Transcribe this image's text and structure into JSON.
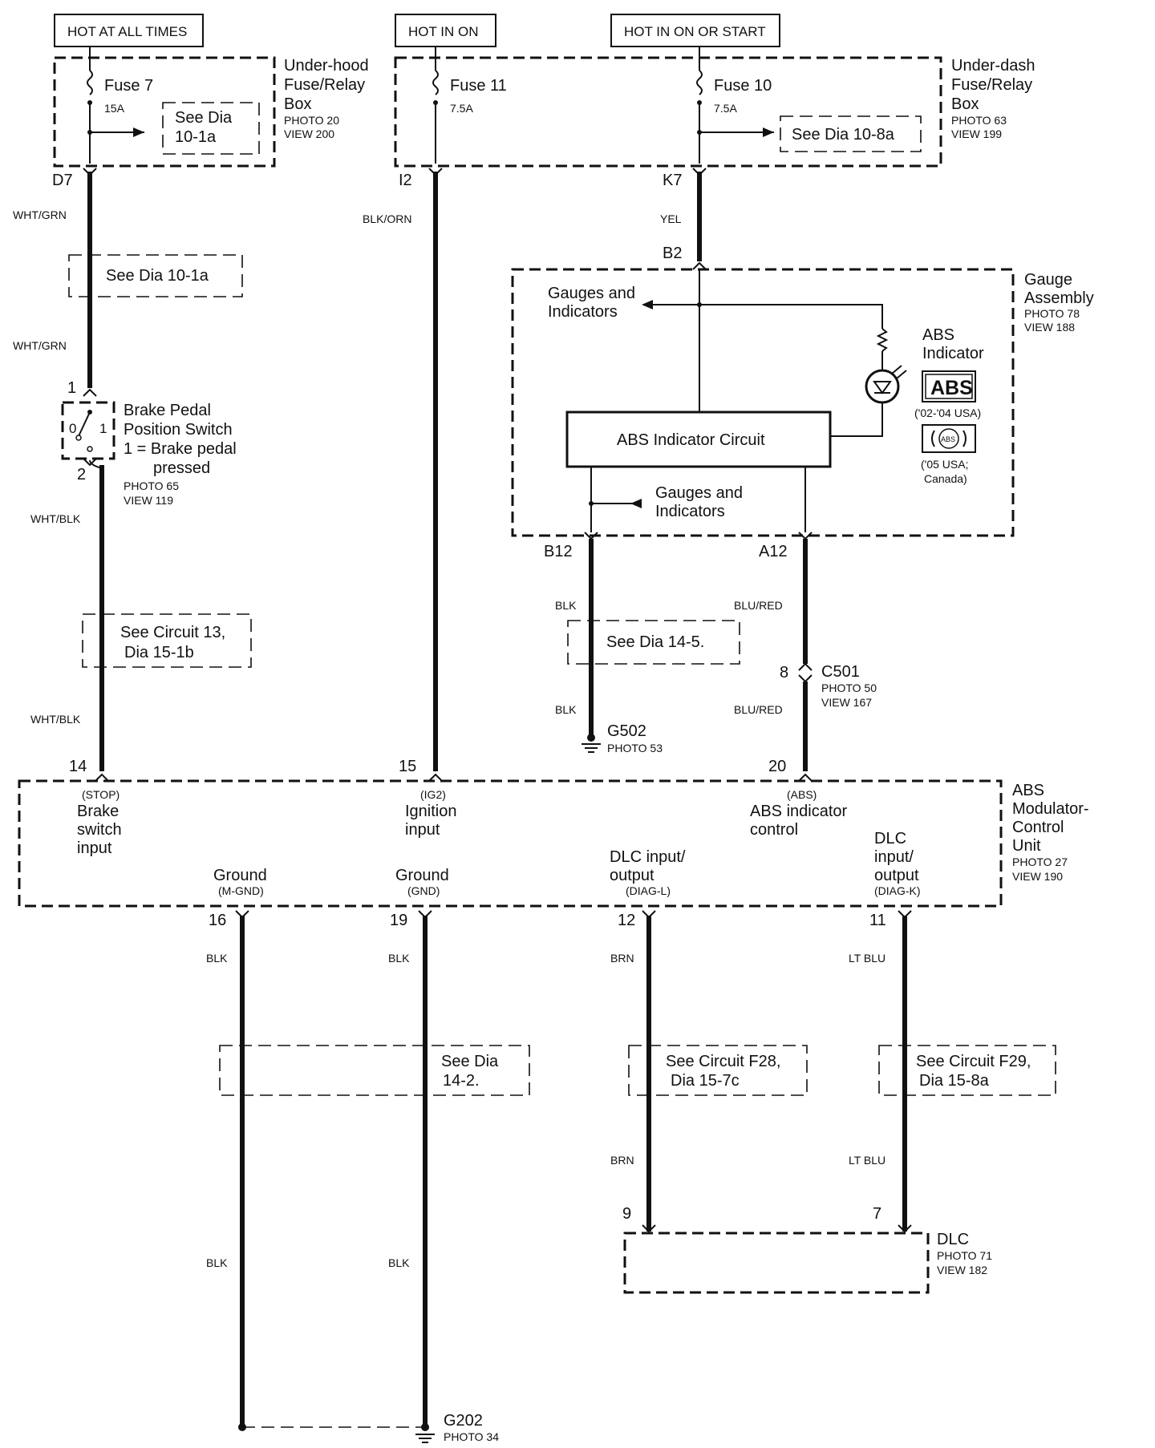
{
  "power": {
    "hot_at_all_times": "HOT AT ALL TIMES",
    "hot_in_on": "HOT IN ON",
    "hot_in_on_or_start": "HOT IN ON OR START"
  },
  "underhood": {
    "title1": "Under-hood",
    "title2": "Fuse/Relay",
    "title3": "Box",
    "photo": "PHOTO 20",
    "view": "VIEW 200",
    "fuse_label": "Fuse 7",
    "fuse_rating": "15A",
    "ref1": "See Dia",
    "ref2": "10-1a",
    "terminal": "D7"
  },
  "underdash": {
    "title1": "Under-dash",
    "title2": "Fuse/Relay",
    "title3": "Box",
    "photo": "PHOTO 63",
    "view": "VIEW 199",
    "fuse11_label": "Fuse 11",
    "fuse11_rating": "7.5A",
    "fuse10_label": "Fuse 10",
    "fuse10_rating": "7.5A",
    "ref": "See Dia   10-8a",
    "terminal_i2": "I2",
    "terminal_k7": "K7"
  },
  "wires": {
    "wht_grn_1": "WHT/GRN",
    "wht_grn_2": "WHT/GRN",
    "blk_orn": "BLK/ORN",
    "yel": "YEL",
    "wht_blk_1": "WHT/BLK",
    "wht_blk_2": "WHT/BLK",
    "blk_1": "BLK",
    "blk_2": "BLK",
    "blu_red_1": "BLU/RED",
    "blu_red_2": "BLU/RED",
    "blk_16a": "BLK",
    "blk_19a": "BLK",
    "brn_a": "BRN",
    "ltblu_a": "LT BLU",
    "brn_b": "BRN",
    "ltblu_b": "LT BLU",
    "blk_16b": "BLK",
    "blk_19b": "BLK"
  },
  "refs": {
    "dia_10_1a": "See Dia  10-1a",
    "circuit13_l1": "See Circuit 13,",
    "circuit13_l2": "Dia  15-1b",
    "dia_14_5": "See Dia  14-5.",
    "dia_14_2_l1": "See Dia",
    "dia_14_2_l2": "14-2.",
    "f28_l1": "See Circuit F28,",
    "f28_l2": "Dia  15-7c",
    "f29_l1": "See Circuit F29,",
    "f29_l2": "Dia  15-8a"
  },
  "brake_switch": {
    "pin1": "1",
    "pin2": "2",
    "pos0": "0",
    "pos1": "1",
    "title1": "Brake Pedal",
    "title2": "Position Switch",
    "note1": "1 = Brake pedal",
    "note2": "pressed",
    "photo": "PHOTO 65",
    "view": "VIEW 119"
  },
  "gauge": {
    "terminal_b2": "B2",
    "title1": "Gauge",
    "title2": "Assembly",
    "photo": "PHOTO 78",
    "view": "VIEW 188",
    "gauges_top_1": "Gauges and",
    "gauges_top_2": "Indicators",
    "abs_indicator_1": "ABS",
    "abs_indicator_2": "Indicator",
    "abs_badge": "ABS",
    "abs_badge_note": "('02-'04 USA)",
    "abs_circle": "ABS",
    "abs_circle_note1": "('05 USA;",
    "abs_circle_note2": "Canada)",
    "circuit": "ABS Indicator Circuit",
    "gauges_bot_1": "Gauges and",
    "gauges_bot_2": "Indicators",
    "terminal_b12": "B12",
    "terminal_a12": "A12"
  },
  "ground_g502": {
    "label": "G502",
    "photo": "PHOTO 53"
  },
  "c501": {
    "pin": "8",
    "label": "C501",
    "photo": "PHOTO 50",
    "view": "VIEW 167"
  },
  "modulator": {
    "pin14": "14",
    "pin15": "15",
    "pin20": "20",
    "stop": "(STOP)",
    "brake1": "Brake",
    "brake2": "switch",
    "brake3": "input",
    "ig2": "(IG2)",
    "ign1": "Ignition",
    "ign2": "input",
    "abs_code": "(ABS)",
    "absctl1": "ABS indicator",
    "absctl2": "control",
    "title1": "ABS",
    "title2": "Modulator-",
    "title3": "Control",
    "title4": "Unit",
    "photo": "PHOTO 27",
    "view": "VIEW 190",
    "ground1": "Ground",
    "mgnd": "(M-GND)",
    "ground2": "Ground",
    "gnd": "(GND)",
    "dlc_l1": "DLC input/",
    "dlc_l2": "output",
    "diag_l": "(DIAG-L)",
    "dlc_k1": "DLC",
    "dlc_k2": "input/",
    "dlc_k3": "output",
    "diag_k": "(DIAG-K)",
    "pin16": "16",
    "pin19": "19",
    "pin12": "12",
    "pin11": "11"
  },
  "dlc": {
    "pin9": "9",
    "pin7": "7",
    "label": "DLC",
    "photo": "PHOTO 71",
    "view": "VIEW 182"
  },
  "ground_g202": {
    "label": "G202",
    "photo": "PHOTO 34"
  }
}
